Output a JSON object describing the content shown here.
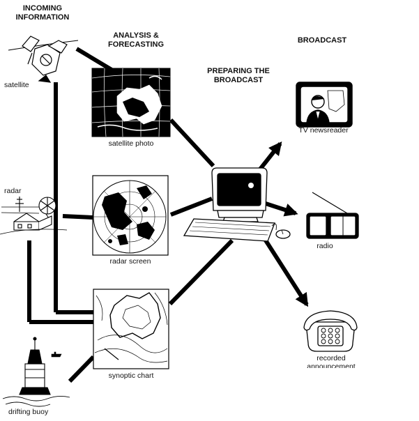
{
  "headers": {
    "incoming": "INCOMING\nINFORMATION",
    "analysis": "ANALYSIS &\nFORECASTING",
    "preparing": "PREPARING THE\nBROADCAST",
    "broadcast": "BROADCAST"
  },
  "labels": {
    "satellite": "satellite",
    "radar": "radar",
    "drifting_buoy": "drifting buoy",
    "satellite_photo": "satellite photo",
    "radar_screen": "radar screen",
    "synoptic_chart": "synoptic chart",
    "tv_newsreader": "TV newsreader",
    "radio": "radio",
    "recorded_announcement": "recorded\nannouncement"
  },
  "icons": {
    "satellite": "satellite-icon",
    "radar": "radar-dish-icon",
    "buoy": "buoy-icon",
    "computer": "computer-icon",
    "tv": "tv-icon",
    "radio": "radio-icon",
    "telephone": "telephone-icon"
  },
  "colors": {
    "ink": "#000000",
    "paper": "#ffffff"
  }
}
